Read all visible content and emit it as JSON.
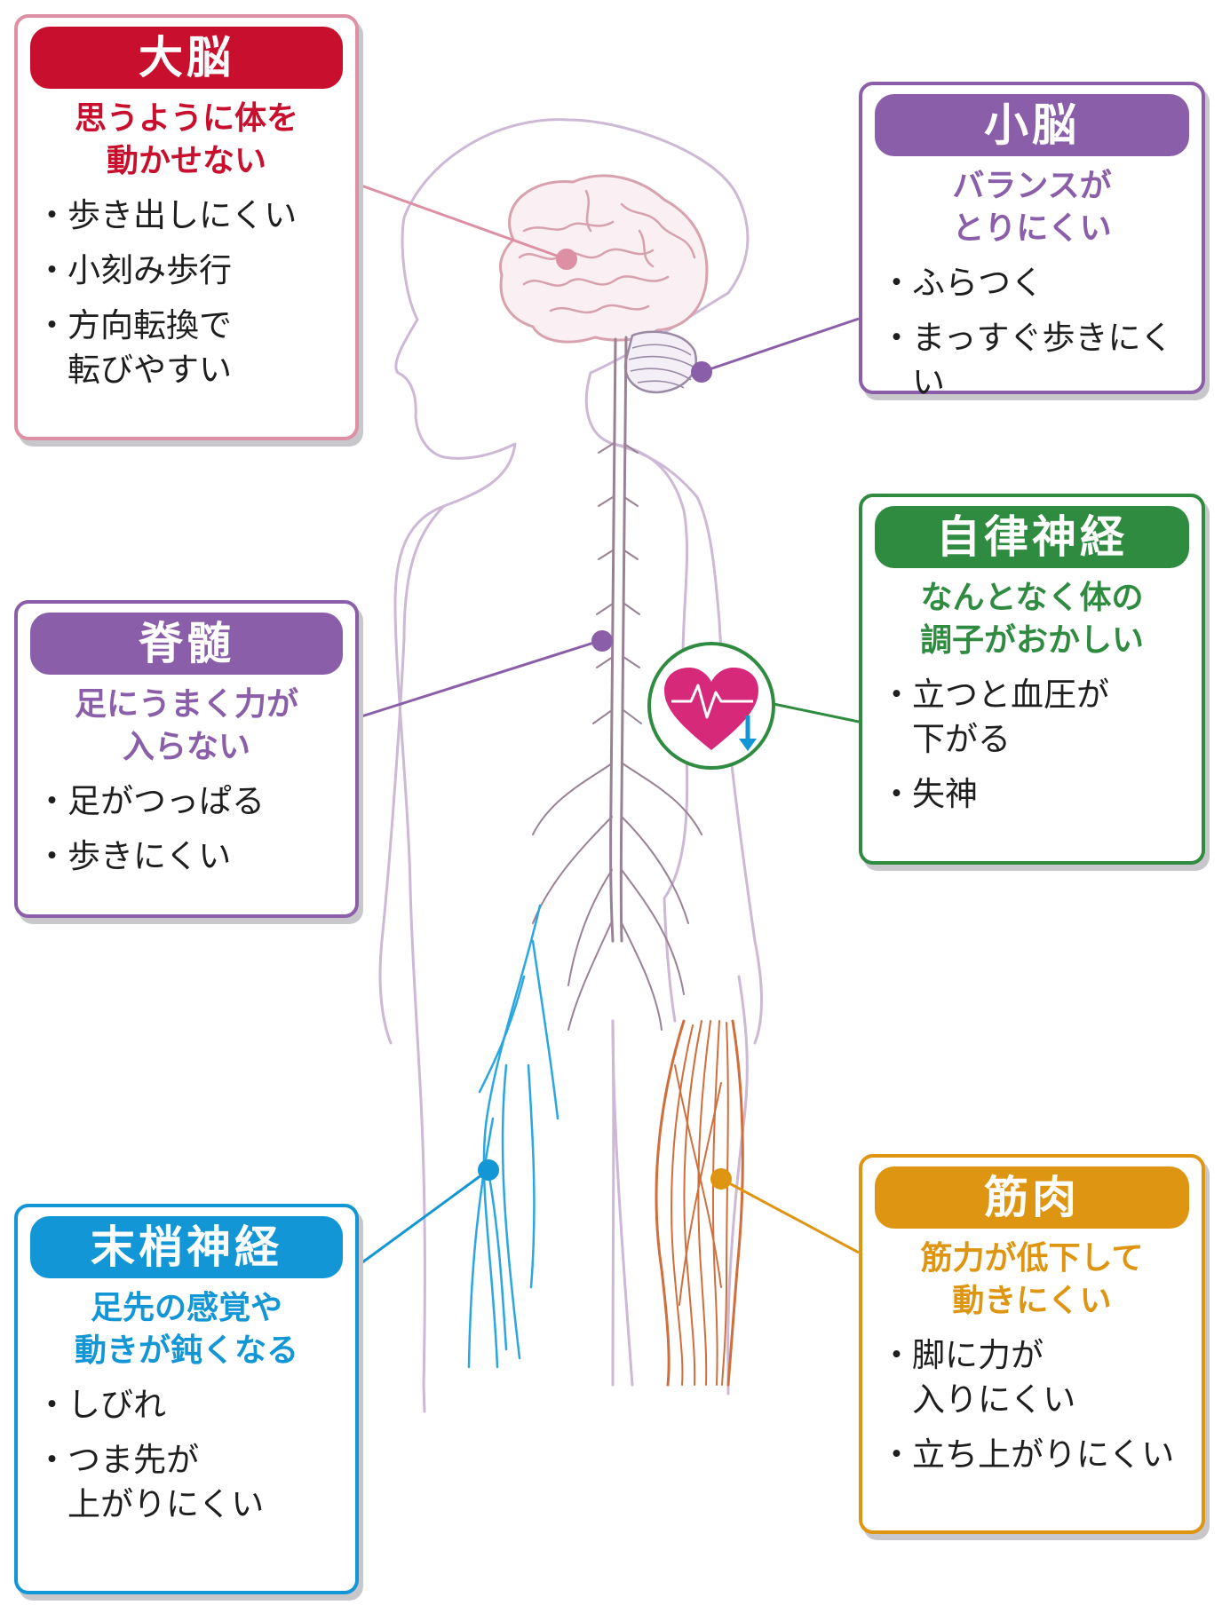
{
  "colors": {
    "cerebrum": "#c8102e",
    "cerebellum": "#8a5ea8",
    "spinal": "#8a5ea8",
    "autonomic": "#2e8b3f",
    "peripheral": "#1296d6",
    "muscle": "#de9612",
    "body_outline": "#cdb8d6",
    "nerve": "#9a8295",
    "blue_nerve": "#2aa6e0",
    "muscle_fiber": "#d06e3c",
    "heart": "#d6297a"
  },
  "cards": {
    "cerebrum": {
      "title": "大脳",
      "subtitle": "思うように体を\n動かせない",
      "items": [
        "歩き出しにくい",
        "小刻み歩行",
        "方向転換で\n転びやすい"
      ]
    },
    "cerebellum": {
      "title": "小脳",
      "subtitle": "バランスが\nとりにくい",
      "items": [
        "ふらつく",
        "まっすぐ歩きにくい"
      ]
    },
    "spinal": {
      "title": "脊髄",
      "subtitle": "足にうまく力が\n入らない",
      "items": [
        "足がつっぱる",
        "歩きにくい"
      ]
    },
    "autonomic": {
      "title": "自律神経",
      "subtitle": "なんとなく体の\n調子がおかしい",
      "items": [
        "立つと血圧が\n下がる",
        "失神"
      ]
    },
    "peripheral": {
      "title": "末梢神経",
      "subtitle": "足先の感覚や\n動きが鈍くなる",
      "items": [
        "しびれ",
        "つま先が\n上がりにくい"
      ]
    },
    "muscle": {
      "title": "筋肉",
      "subtitle": "筋力が低下して\n動きにくい",
      "items": [
        "脚に力が\n入りにくい",
        "立ち上がりにくい"
      ]
    }
  },
  "icons": {
    "heart": "heart-pulse-icon",
    "arrow": "arrow-down-icon"
  }
}
